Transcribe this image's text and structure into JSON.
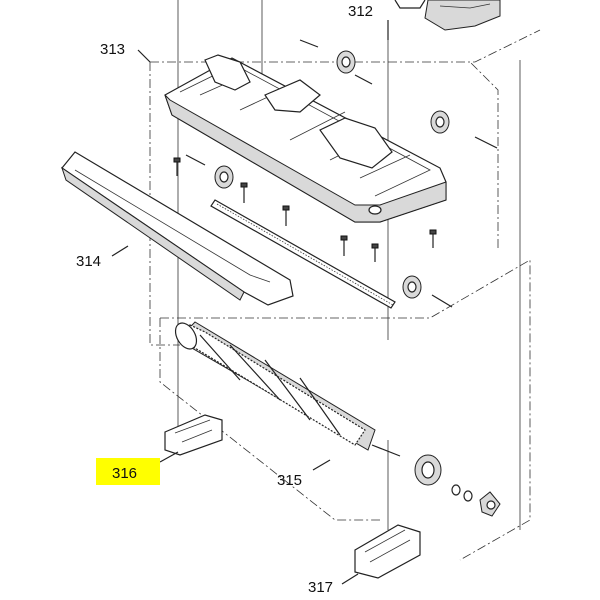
{
  "diagram": {
    "labels": {
      "p312": "312",
      "p313": "313",
      "p314": "314",
      "p315": "315",
      "p316": "316",
      "p317": "317"
    },
    "highlight": {
      "part": "316",
      "color": "#ffff00"
    },
    "line_color": "#222222",
    "background": "#ffffff"
  }
}
